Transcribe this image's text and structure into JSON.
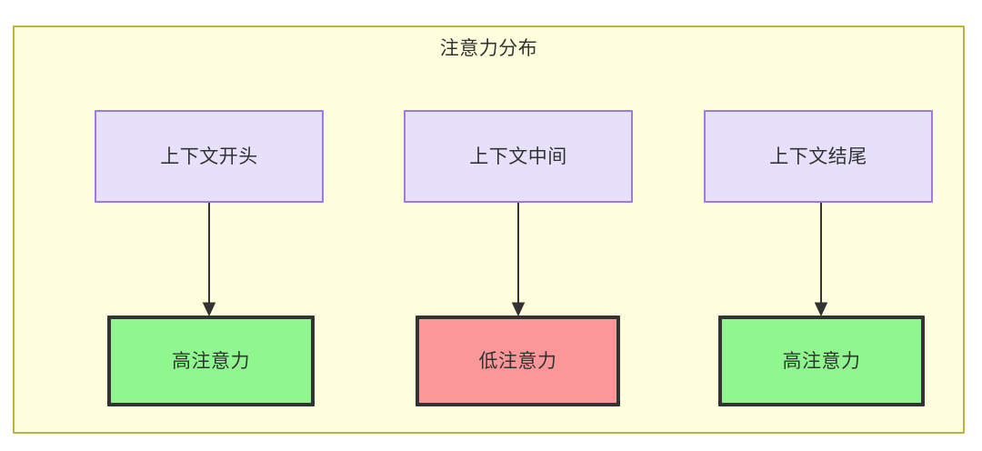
{
  "diagram": {
    "type": "flowchart",
    "title": "注意力分布",
    "background_color": "#ffffff",
    "container": {
      "fill": "#ffffde",
      "border_color": "#bdb33e"
    },
    "colors": {
      "context_fill": "#e6e0fa",
      "context_border": "#9d79e0",
      "high_attention_fill": "#90f68f",
      "low_attention_fill": "#fb9699",
      "node_border_dark": "#333333",
      "text": "#333333",
      "edge": "#333333"
    },
    "nodes": {
      "context": [
        {
          "id": "context-start",
          "label": "上下文开头"
        },
        {
          "id": "context-middle",
          "label": "上下文中间"
        },
        {
          "id": "context-end",
          "label": "上下文结尾"
        }
      ],
      "attention": [
        {
          "id": "attention-start",
          "label": "高注意力",
          "level": "high"
        },
        {
          "id": "attention-middle",
          "label": "低注意力",
          "level": "low"
        },
        {
          "id": "attention-end",
          "label": "高注意力",
          "level": "high"
        }
      ]
    },
    "edges": [
      {
        "id": "edge-start",
        "from": "上下文开头",
        "to": "高注意力",
        "arrow": "down-arrow-icon"
      },
      {
        "id": "edge-middle",
        "from": "上下文中间",
        "to": "低注意力",
        "arrow": "down-arrow-icon"
      },
      {
        "id": "edge-end",
        "from": "上下文结尾",
        "to": "高注意力",
        "arrow": "down-arrow-icon"
      }
    ]
  }
}
